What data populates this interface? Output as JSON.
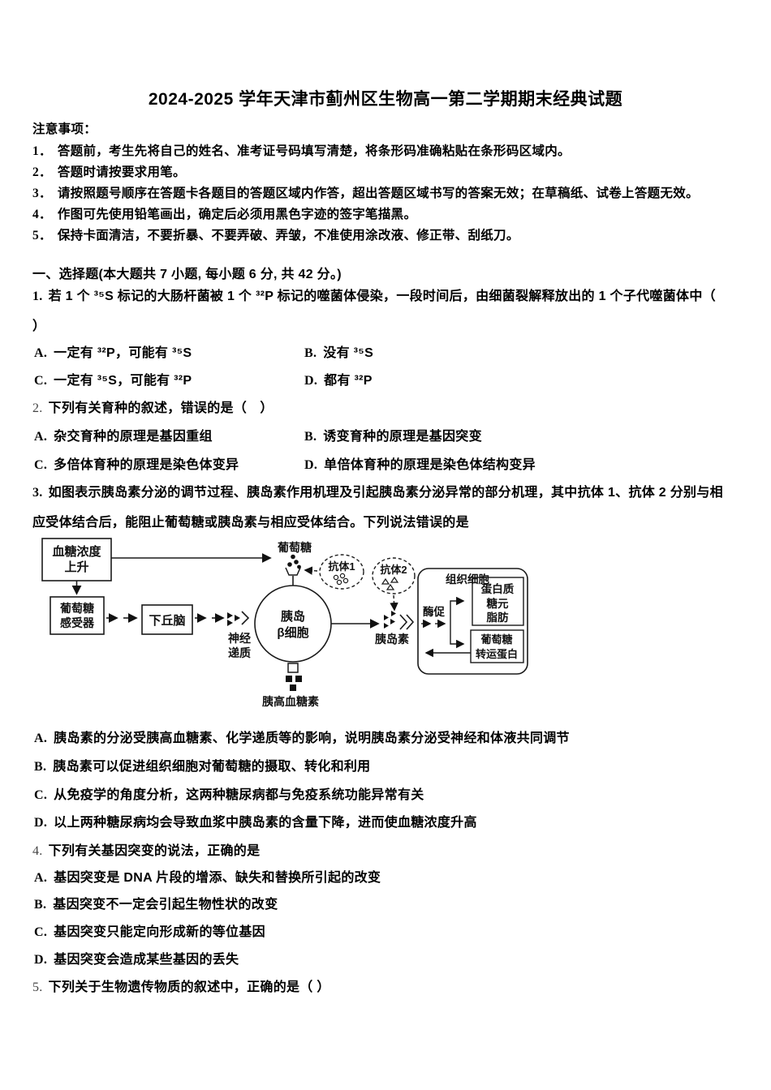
{
  "colors": {
    "ink": "#000000",
    "background": "#ffffff"
  },
  "title": "2024-2025 学年天津市蓟州区生物高一第二学期期末经典试题",
  "notice": {
    "heading": "注意事项：",
    "items": [
      {
        "num": "1．",
        "text": "答题前，考生先将自己的姓名、准考证号码填写清楚，将条形码准确粘贴在条形码区域内。"
      },
      {
        "num": "2．",
        "text": "答题时请按要求用笔。"
      },
      {
        "num": "3．",
        "text": "请按照题号顺序在答题卡各题目的答题区域内作答，超出答题区域书写的答案无效；在草稿纸、试卷上答题无效。"
      },
      {
        "num": "4．",
        "text": "作图可先使用铅笔画出，确定后必须用黑色字迹的签字笔描黑。"
      },
      {
        "num": "5．",
        "text": "保持卡面清洁，不要折暴、不要弄破、弄皱，不准使用涂改液、修正带、刮纸刀。"
      }
    ]
  },
  "section_heading": "一、选择题(本大题共 7 小题, 每小题 6 分, 共 42 分。)",
  "questions": [
    {
      "number": "1.",
      "stem": "若 1 个 ³⁵S 标记的大肠杆菌被 1 个 ³²P 标记的噬菌体侵染，一段时间后，由细菌裂解释放出的 1 个子代噬菌体中（",
      "stem2": "）",
      "options": [
        {
          "label": "A.",
          "text": "一定有 ³²P，可能有 ³⁵S"
        },
        {
          "label": "B.",
          "text": "没有 ³⁵S"
        },
        {
          "label": "C.",
          "text": "一定有 ³⁵S，可能有 ³²P"
        },
        {
          "label": "D.",
          "text": "都有 ³²P"
        }
      ]
    },
    {
      "number": "2.",
      "stem": "下列有关育种的叙述，错误的是（　）",
      "options": [
        {
          "label": "A.",
          "text": "杂交育种的原理是基因重组"
        },
        {
          "label": "B.",
          "text": "诱变育种的原理是基因突变"
        },
        {
          "label": "C.",
          "text": "多倍体育种的原理是染色体变异"
        },
        {
          "label": "D.",
          "text": "单倍体育种的原理是染色体结构变异"
        }
      ]
    },
    {
      "number": "3.",
      "stem": "如图表示胰岛素分泌的调节过程、胰岛素作用机理及引起胰岛素分泌异常的部分机理，其中抗体 1、抗体 2 分别与相",
      "stem2": "应受体结合后，能阻止葡萄糖或胰岛素与相应受体结合。下列说法错误的是",
      "options": [
        {
          "label": "A.",
          "text": "胰岛素的分泌受胰高血糖素、化学递质等的影响，说明胰岛素分泌受神经和体液共同调节"
        },
        {
          "label": "B.",
          "text": "胰岛素可以促进组织细胞对葡萄糖的摄取、转化和利用"
        },
        {
          "label": "C.",
          "text": "从免疫学的角度分析，这两种糖尿病都与免疫系统功能异常有关"
        },
        {
          "label": "D.",
          "text": "以上两种糖尿病均会导致血浆中胰岛素的含量下降，进而使血糖浓度升高"
        }
      ]
    },
    {
      "number": "4.",
      "stem": "下列有关基因突变的说法，正确的是",
      "options": [
        {
          "label": "A.",
          "text": "基因突变是 DNA 片段的增添、缺失和替换所引起的改变"
        },
        {
          "label": "B.",
          "text": "基因突变不一定会引起生物性状的改变"
        },
        {
          "label": "C.",
          "text": "基因突变只能定向形成新的等位基因"
        },
        {
          "label": "D.",
          "text": "基因突变会造成某些基因的丢失"
        }
      ]
    },
    {
      "number": "5.",
      "stem": "下列关于生物遗传物质的叙述中，正确的是（ ）",
      "options": []
    }
  ],
  "diagram": {
    "box1_l1": "血糖浓度",
    "box1_l2": "上升",
    "box2_l1": "葡萄糖",
    "box2_l2": "感受器",
    "hypothalamus": "下丘脑",
    "neuro_l1": "神经",
    "neuro_l2": "递质",
    "cell_l1": "胰岛",
    "cell_l2": "β细胞",
    "glucose": "葡萄糖",
    "antibody1": "抗体1",
    "antibody2": "抗体2",
    "insulin": "胰岛素",
    "tissue_cell": "组织细胞",
    "enzyme": "酶促",
    "pro_l1": "蛋白质",
    "pro_l2": "糖元",
    "pro_l3": "脂肪",
    "trans_l1": "葡萄糖",
    "trans_l2": "转运蛋白",
    "glucagon": "胰高血糖素"
  }
}
